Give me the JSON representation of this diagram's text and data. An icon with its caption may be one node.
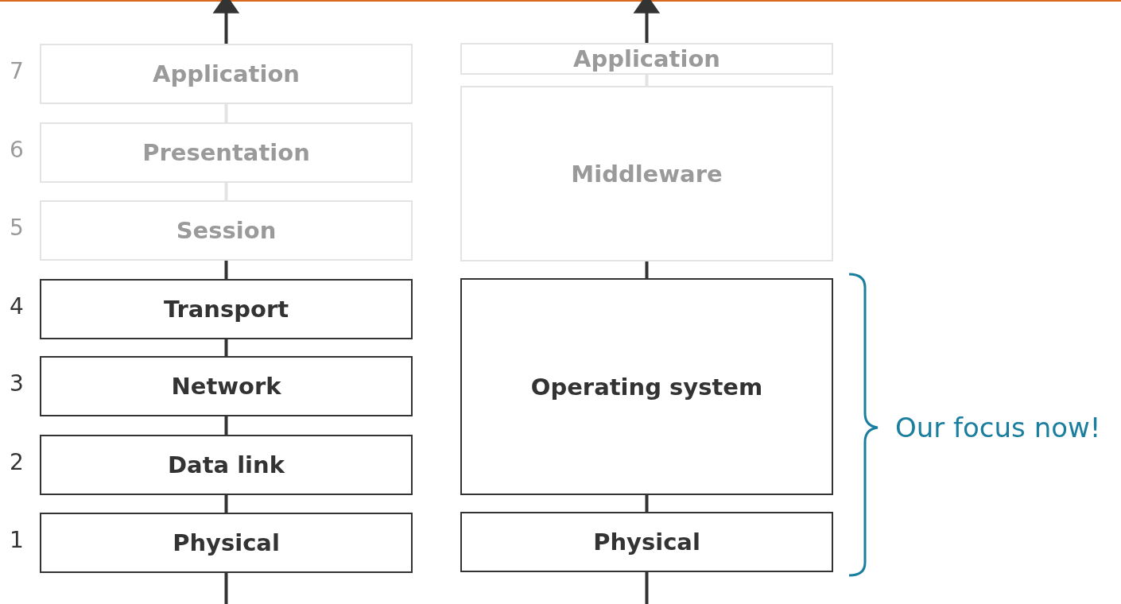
{
  "diagram": {
    "nodes": [
      {
        "text": [
          "Application"
        ],
        "beside": [
          "7"
        ]
      },
      {
        "text": [
          "Presentation"
        ],
        "beside": [
          "6"
        ]
      },
      {
        "text": [
          "Session"
        ],
        "beside": [
          "5"
        ]
      },
      {
        "text": [
          "Transport"
        ],
        "beside": [
          "4"
        ]
      },
      {
        "text": [
          "Network"
        ],
        "beside": [
          "3"
        ]
      },
      {
        "text": [
          "Data link"
        ],
        "beside": [
          "2"
        ]
      },
      {
        "text": [
          "Physical"
        ],
        "beside": [
          "1"
        ]
      },
      {
        "text": [
          "Application"
        ]
      },
      {
        "text": [
          "Middleware"
        ]
      },
      {
        "text": [
          "Operating system"
        ]
      },
      {
        "text": [
          "Physical"
        ]
      }
    ],
    "edges": [
      {
        "from": 0,
        "to": null,
        "arrow": "to"
      },
      {
        "from": 0,
        "to": 1,
        "arrow": "none",
        "color": "#e3e3e3"
      },
      {
        "from": 1,
        "to": 2,
        "arrow": "none",
        "color": "#e3e3e3"
      },
      {
        "from": 2,
        "to": 3,
        "arrow": "none"
      },
      {
        "from": 3,
        "to": 4,
        "arrow": "none"
      },
      {
        "from": 4,
        "to": 5,
        "arrow": "none"
      },
      {
        "from": 5,
        "to": 6,
        "arrow": "none"
      },
      {
        "from": 6,
        "to": null,
        "arrow": "none"
      },
      {
        "from": 7,
        "to": null,
        "arrow": "to"
      },
      {
        "from": 7,
        "to": 8,
        "arrow": "none",
        "color": "#e3e3e3"
      },
      {
        "from": 8,
        "to": 9,
        "arrow": "none"
      },
      {
        "from": 9,
        "to": 10,
        "arrow": "none"
      },
      {
        "from": 10,
        "to": null,
        "arrow": "none"
      }
    ],
    "labels": [
      "Our focus now!"
    ]
  }
}
